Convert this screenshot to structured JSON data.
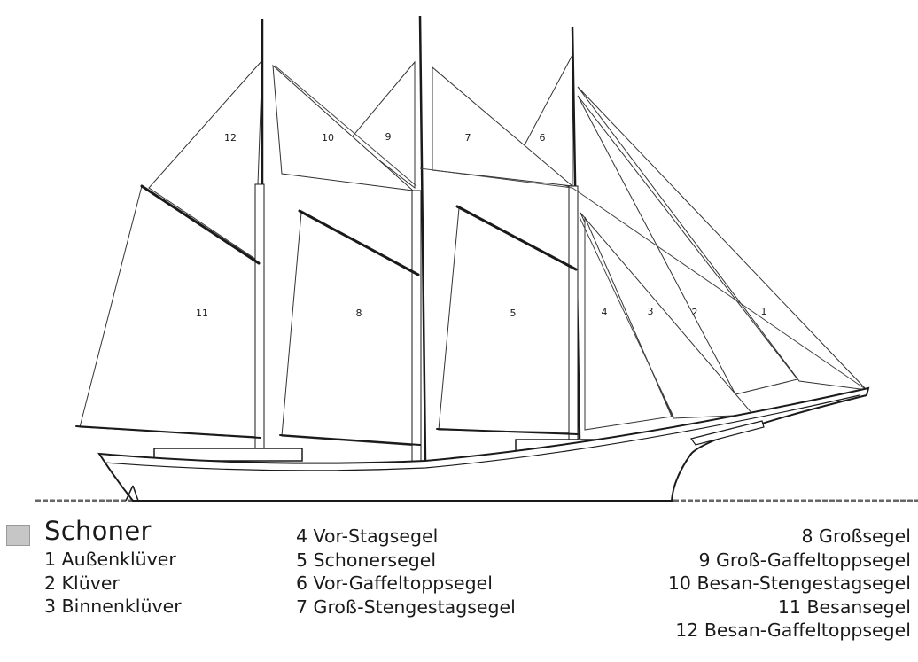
{
  "diagram": {
    "sail_numbers": [
      "1",
      "2",
      "3",
      "4",
      "5",
      "6",
      "7",
      "8",
      "9",
      "10",
      "11",
      "12"
    ]
  },
  "legend": {
    "title": "Schoner",
    "col1": [
      "1 Außenklüver",
      "2 Klüver",
      "3 Binnenklüver"
    ],
    "col2": [
      "4 Vor-Stagsegel",
      "5 Schonersegel",
      "6 Vor-Gaffeltoppsegel",
      "7 Groß-Stengestagsegel"
    ],
    "col3": [
      "8 Großsegel",
      "9 Groß-Gaffeltoppsegel",
      "10 Besan-Stengestagsegel",
      "11 Besansegel",
      "12 Besan-Gaffeltoppsegel"
    ]
  }
}
